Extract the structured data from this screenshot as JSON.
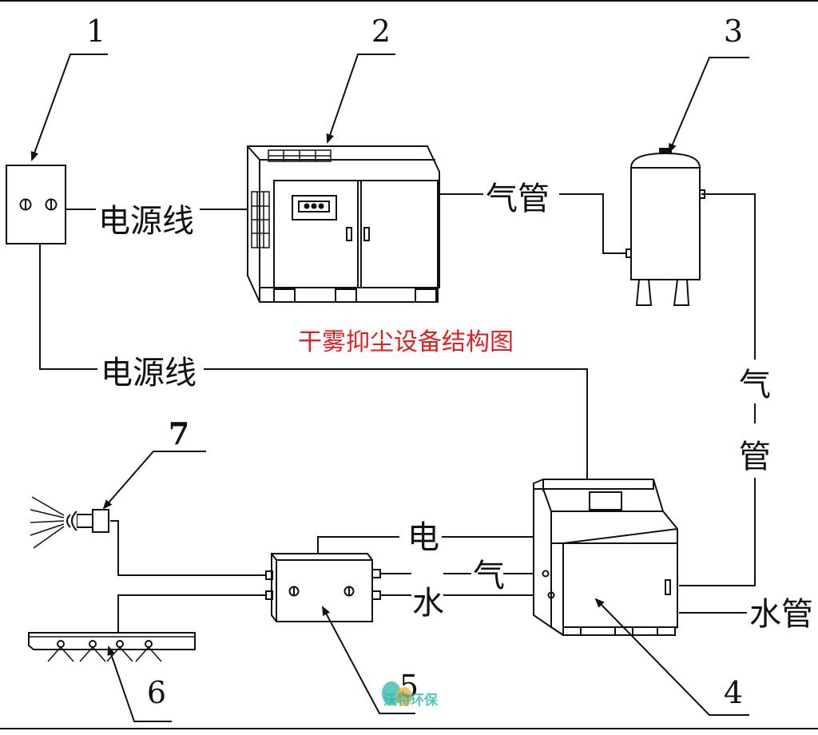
{
  "diagram": {
    "title": "干雾抑尘设备结构图",
    "title_color": "#e02020",
    "line_color": "#111111",
    "callouts": {
      "n1": "1",
      "n2": "2",
      "n3": "3",
      "n4": "4",
      "n5": "5",
      "n6": "6",
      "n7": "7"
    },
    "connection_labels": {
      "power_line_top": "电源线",
      "power_line_bottom": "电源线",
      "air_pipe_top": "气管",
      "air_pipe_side_1": "气",
      "air_pipe_side_2": "管",
      "electric": "电",
      "air": "气",
      "water": "水",
      "water_pipe": "水管"
    },
    "watermark": {
      "text": "沃特环保",
      "colors": [
        "#2fb5a8",
        "#f0b030"
      ]
    }
  }
}
